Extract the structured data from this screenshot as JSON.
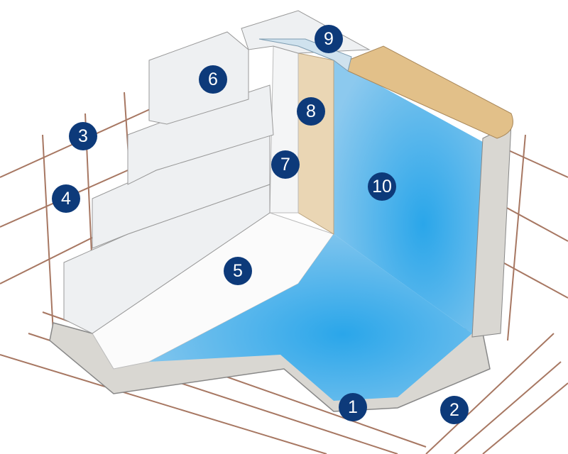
{
  "diagram": {
    "colors": {
      "badge": "#0d3a7a",
      "liner": "#5fb5e6",
      "concrete": "#d9d7d2",
      "block": "#eef0f2",
      "panel": "#ead6b4",
      "coping": "#e2c089",
      "rebar": "#8a4a2e"
    },
    "labels": [
      {
        "id": "1",
        "text": "1"
      },
      {
        "id": "2",
        "text": "2"
      },
      {
        "id": "3",
        "text": "3"
      },
      {
        "id": "4",
        "text": "4"
      },
      {
        "id": "5",
        "text": "5"
      },
      {
        "id": "6",
        "text": "6"
      },
      {
        "id": "7",
        "text": "7"
      },
      {
        "id": "8",
        "text": "8"
      },
      {
        "id": "9",
        "text": "9"
      },
      {
        "id": "10",
        "text": "10"
      }
    ]
  }
}
